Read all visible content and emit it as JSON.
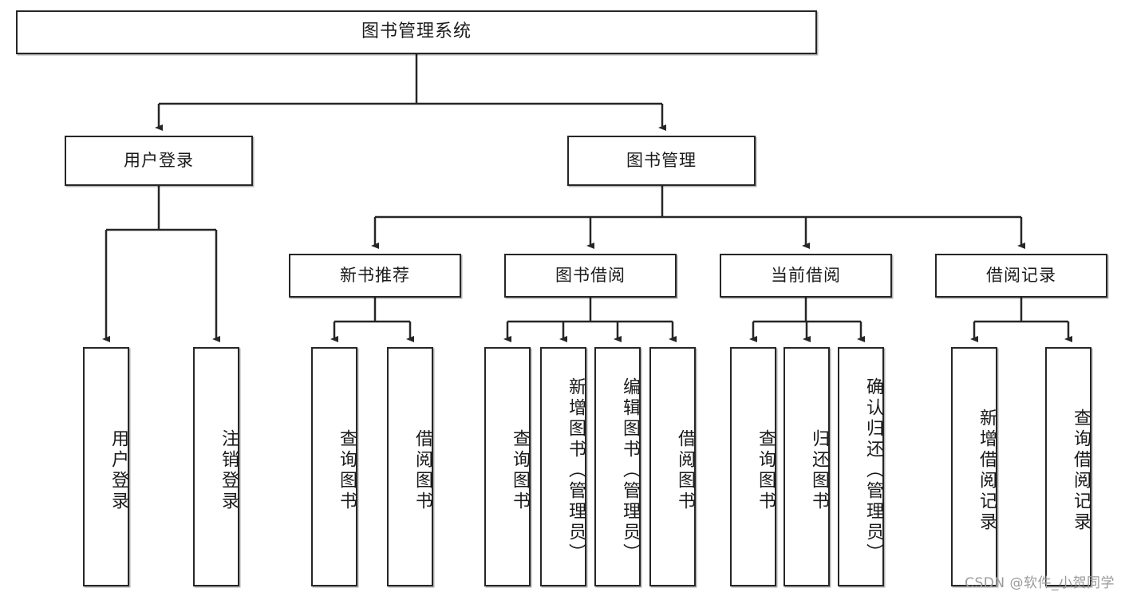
{
  "diagram": {
    "title": "图书管理系统",
    "type": "hierarchy-tree",
    "watermark": "CSDN @软件_小贺同学",
    "colors": {
      "box_border": "#262626",
      "box_fill": "#ffffff",
      "line": "#262626",
      "text": "#1a1a1a",
      "watermark": "#9a9a9a"
    },
    "nodes": {
      "root": {
        "label": "图书管理系统"
      },
      "level2": [
        {
          "label": "用户登录"
        },
        {
          "label": "图书管理"
        }
      ],
      "level3": [
        {
          "label": "新书推荐"
        },
        {
          "label": "图书借阅"
        },
        {
          "label": "当前借阅"
        },
        {
          "label": "借阅记录"
        }
      ],
      "leaves_user_login": [
        {
          "label": "用户登录"
        },
        {
          "label": "注销登录"
        }
      ],
      "leaves_new_book": [
        {
          "label": "查询图书"
        },
        {
          "label": "借阅图书"
        }
      ],
      "leaves_borrow": [
        {
          "label": "查询图书"
        },
        {
          "label": "新增图书（管理员）"
        },
        {
          "label": "编辑图书（管理员）"
        },
        {
          "label": "借阅图书"
        }
      ],
      "leaves_current": [
        {
          "label": "查询图书"
        },
        {
          "label": "归还图书"
        },
        {
          "label": "确认归还（管理员）"
        }
      ],
      "leaves_records": [
        {
          "label": "新增借阅记录"
        },
        {
          "label": "查询借阅记录"
        }
      ]
    }
  }
}
